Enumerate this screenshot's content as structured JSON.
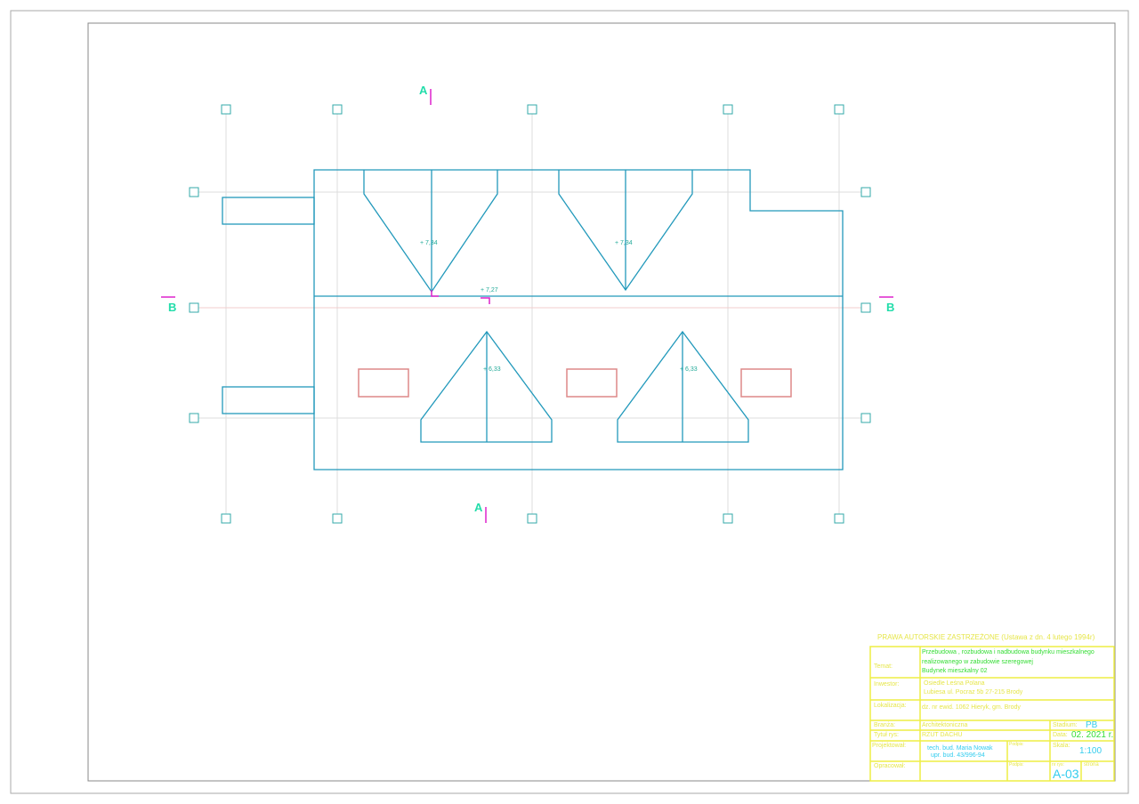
{
  "drawing": {
    "section_marks": {
      "a": "A",
      "b": "B"
    },
    "elevations": {
      "valley_left": "+ 7,34",
      "valley_right": "+ 7,34",
      "ridge": "+ 7,27",
      "gable_left": "+ 6,33",
      "gable_right": "+ 6,33"
    }
  },
  "title_block": {
    "copyright": "PRAWA AUTORSKIE ZASTRZEŻONE  (Ustawa z dn. 4 lutego 1994r)",
    "temat_label": "Temat:",
    "temat_lines": [
      "Przebudowa , rozbudowa i nadbudowa budynku mieszkalnego",
      "realizowanego w zabudowie szeregowej",
      "Budynek mieszkalny 02"
    ],
    "inwestor_label": "Inwestor:",
    "inwestor_lines": [
      "Osiedle Leśna Polana",
      "Lubiesa  ul. Pocraz 5b  27-215 Brody"
    ],
    "lokalizacja_label": "Lokalizacja:",
    "lokalizacja": "dz. nr ewid. 1062 Hieryk, gm. Brody",
    "branza_label": "Branża:",
    "branza": "Architektoniczna",
    "tytul_label": "Tytuł rys:",
    "tytul": "RZUT DACHU",
    "projektowal_label": "Projektował:",
    "projektant_lines": [
      "tech. bud. Maria Nowak",
      "upr. bud. 43/996-94"
    ],
    "podpis_label": "Podpis:",
    "opracowal_label": "Opracował:",
    "stadium_label": "Stadium:",
    "stadium": "PB",
    "data_label": "Data:",
    "data": "02. 2021 r.",
    "skala_label": "Skala:",
    "skala": "1:100",
    "nr_rys_label": "nr rys:",
    "nr_rys": "A-03",
    "strona_label": "strona"
  },
  "colors": {
    "outline": "#2299bb",
    "title": "#eeee55",
    "section": "#22ddaa",
    "mark": "#dd22cc",
    "window": "#dd8888"
  }
}
